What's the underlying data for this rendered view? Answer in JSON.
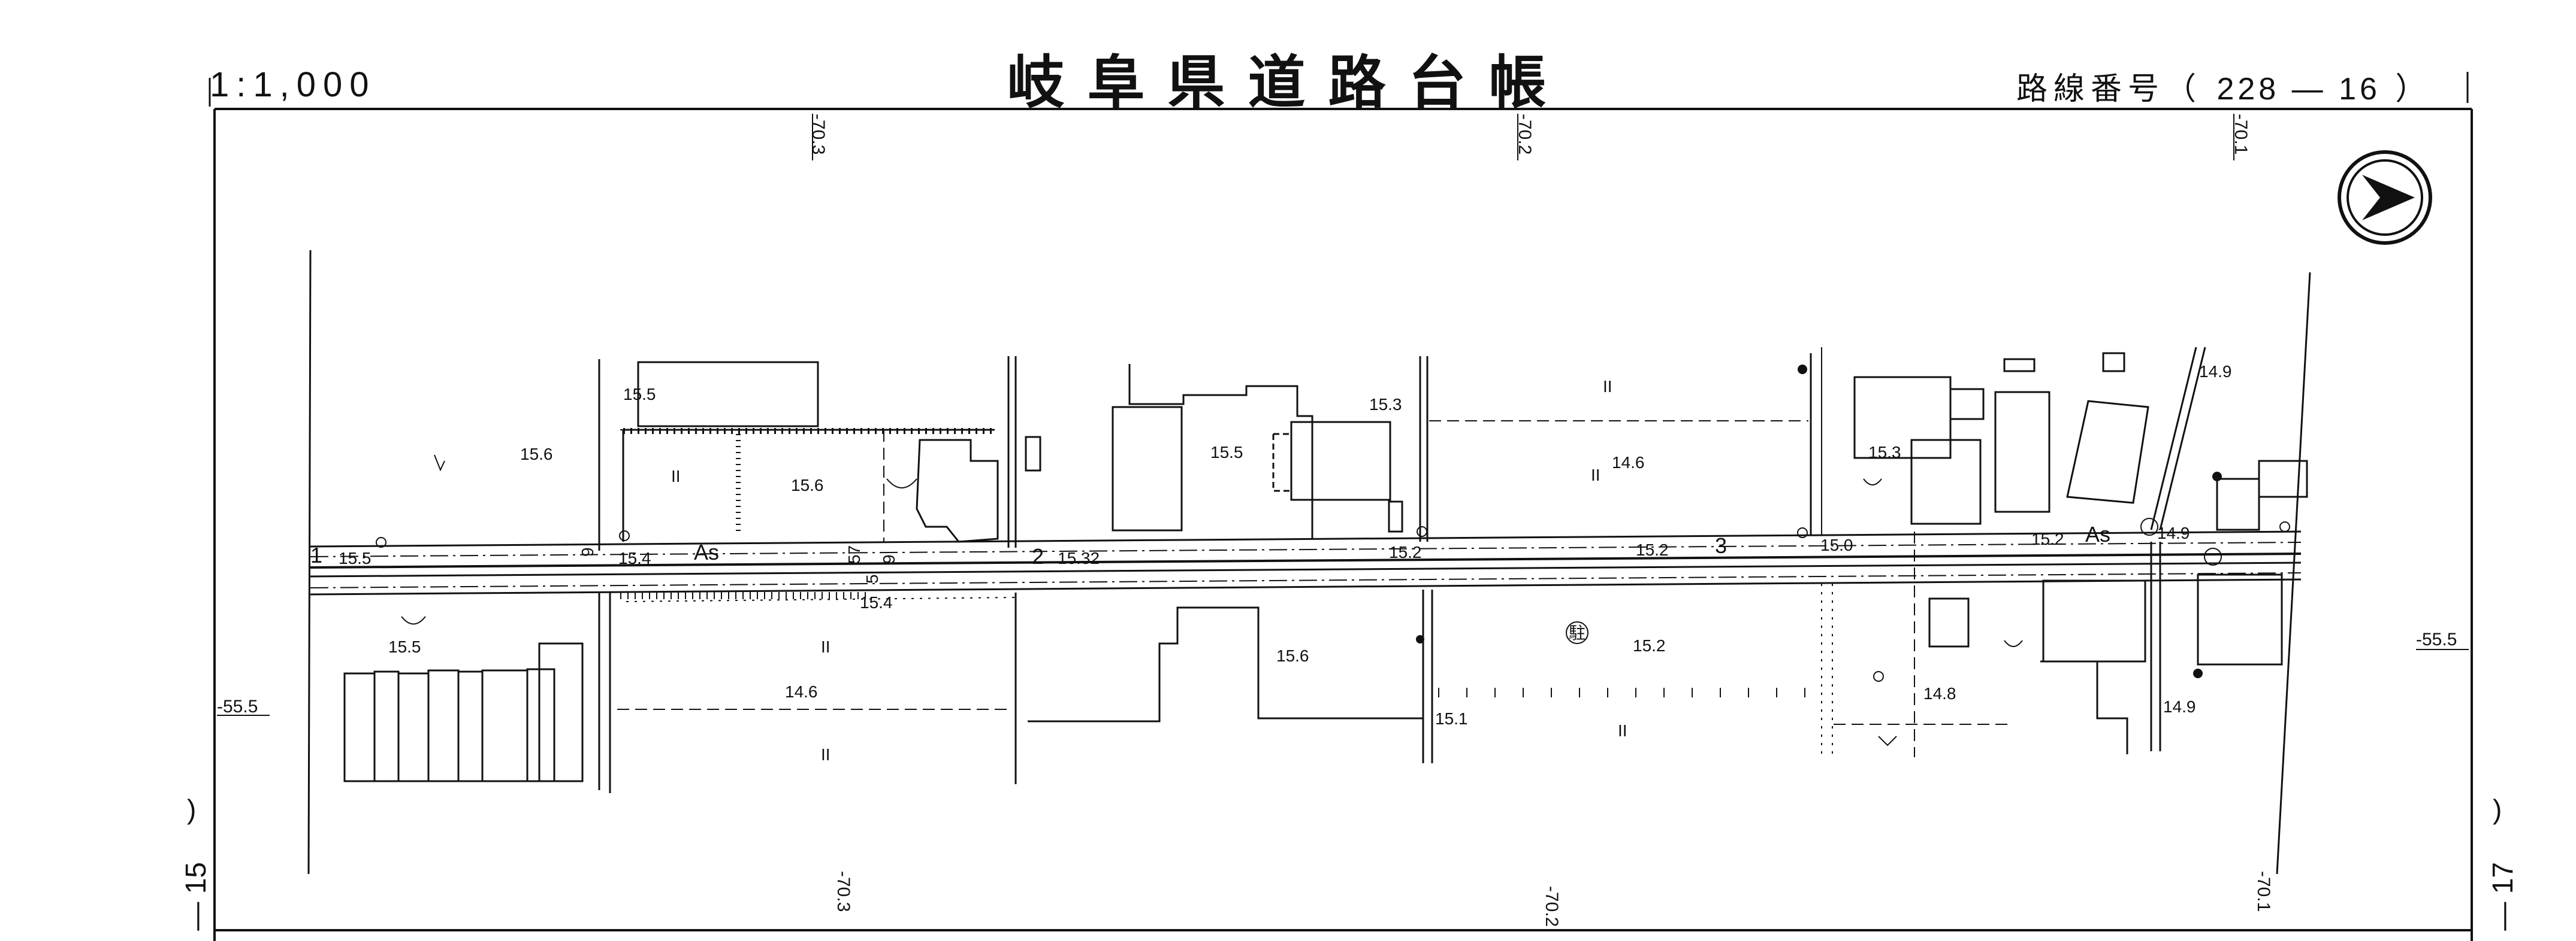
{
  "header": {
    "title": "岐阜県道路台帳",
    "scale": "1:1,000",
    "route_label": "路線番号（",
    "route_number": "228 — 16",
    "route_close": "）"
  },
  "sheets": {
    "prev_open": ")",
    "prev_number": "— 15",
    "next_open": ")",
    "next_number": "— 17"
  },
  "grid": {
    "top": [
      "-70.3",
      "-70.2",
      "-70.1"
    ],
    "bottom": [
      "-70.3",
      "-70.2",
      "-70.1"
    ],
    "left": "-55.5",
    "right": "-55.5"
  },
  "stations": [
    "1",
    "2",
    "3"
  ],
  "pavement": [
    "As",
    "As"
  ],
  "elevations": {
    "e1": "15.6",
    "e2": "15.5",
    "e3": "15.6",
    "e4": "15.5",
    "e5": "15.3",
    "e6": "14.6",
    "e7": "15.3",
    "e8": "14.9",
    "e9": "15.5",
    "e10": "15.4",
    "e11": "15.4",
    "e12": "15.32",
    "e13": "15.2",
    "e14": "15.2",
    "e15": "15.0",
    "e16": "15.2",
    "e17": "14.9",
    "e18": "15.5",
    "e19": "14.6",
    "e20": "15.6",
    "e21": "15.2",
    "e22": "15.1",
    "e23": "14.8",
    "e24": "14.9"
  },
  "marks": {
    "field": "II",
    "dim_a": "9",
    "dim_b": "57",
    "dim_c": "9",
    "dim_d": "5",
    "parking": "駐"
  },
  "icons": [
    "north-arrow-icon"
  ]
}
